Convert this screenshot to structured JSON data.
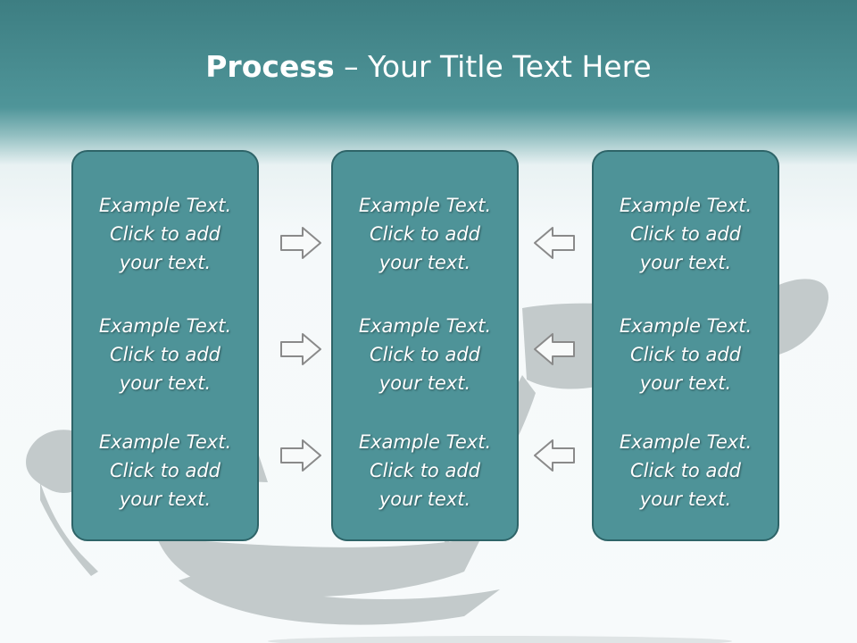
{
  "slide": {
    "title_bold": "Process",
    "title_rest": " – Your Title Text Here",
    "colors": {
      "header": "#4a8f93",
      "panel_fill": "#4e9398",
      "panel_border": "#2e6468",
      "arrow_stroke": "#8a8a8a",
      "silhouette": "#c3cacb"
    }
  },
  "columns": [
    {
      "items": [
        {
          "lines": [
            "Example Text.",
            "Click  to add",
            "your text."
          ]
        },
        {
          "lines": [
            "Example Text.",
            "Click  to add",
            "your text."
          ]
        },
        {
          "lines": [
            "Example Text.",
            "Click  to add",
            "your text."
          ]
        }
      ]
    },
    {
      "items": [
        {
          "lines": [
            "Example Text.",
            "Click  to add",
            "your text."
          ]
        },
        {
          "lines": [
            "Example Text.",
            "Click  to add",
            "your text."
          ]
        },
        {
          "lines": [
            "Example Text.",
            "Click  to add",
            "your text."
          ]
        }
      ]
    },
    {
      "items": [
        {
          "lines": [
            "Example Text.",
            "Click  to add",
            "your text."
          ]
        },
        {
          "lines": [
            "Example Text.",
            "Click  to add",
            "your text."
          ]
        },
        {
          "lines": [
            "Example Text.",
            "Click  to add",
            "your text."
          ]
        }
      ]
    }
  ],
  "arrows": {
    "left_group": {
      "icon": "arrow-right-icon"
    },
    "right_group": {
      "icon": "arrow-left-icon"
    }
  }
}
